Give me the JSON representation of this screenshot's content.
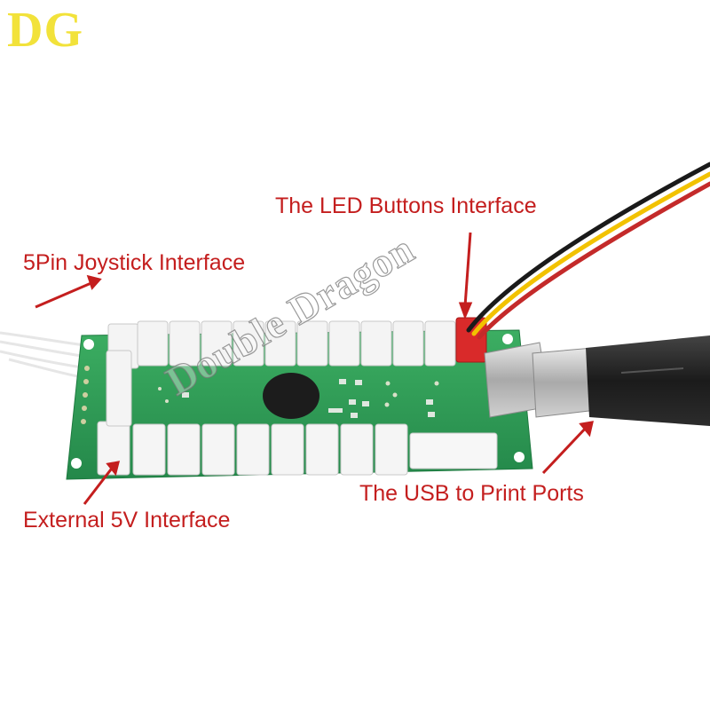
{
  "logo": "DG",
  "watermark": "Double Dragon",
  "callouts": {
    "led": "The LED Buttons Interface",
    "joystick": "5Pin Joystick Interface",
    "external_5v": "External 5V Interface",
    "usb": "The USB to Print Ports"
  },
  "colors": {
    "callout_text": "#c41e1e",
    "logo": "#f2e23a",
    "pcb": "#2f9f55",
    "connector": "#f4f4f4",
    "usb_plug": "#222222"
  }
}
